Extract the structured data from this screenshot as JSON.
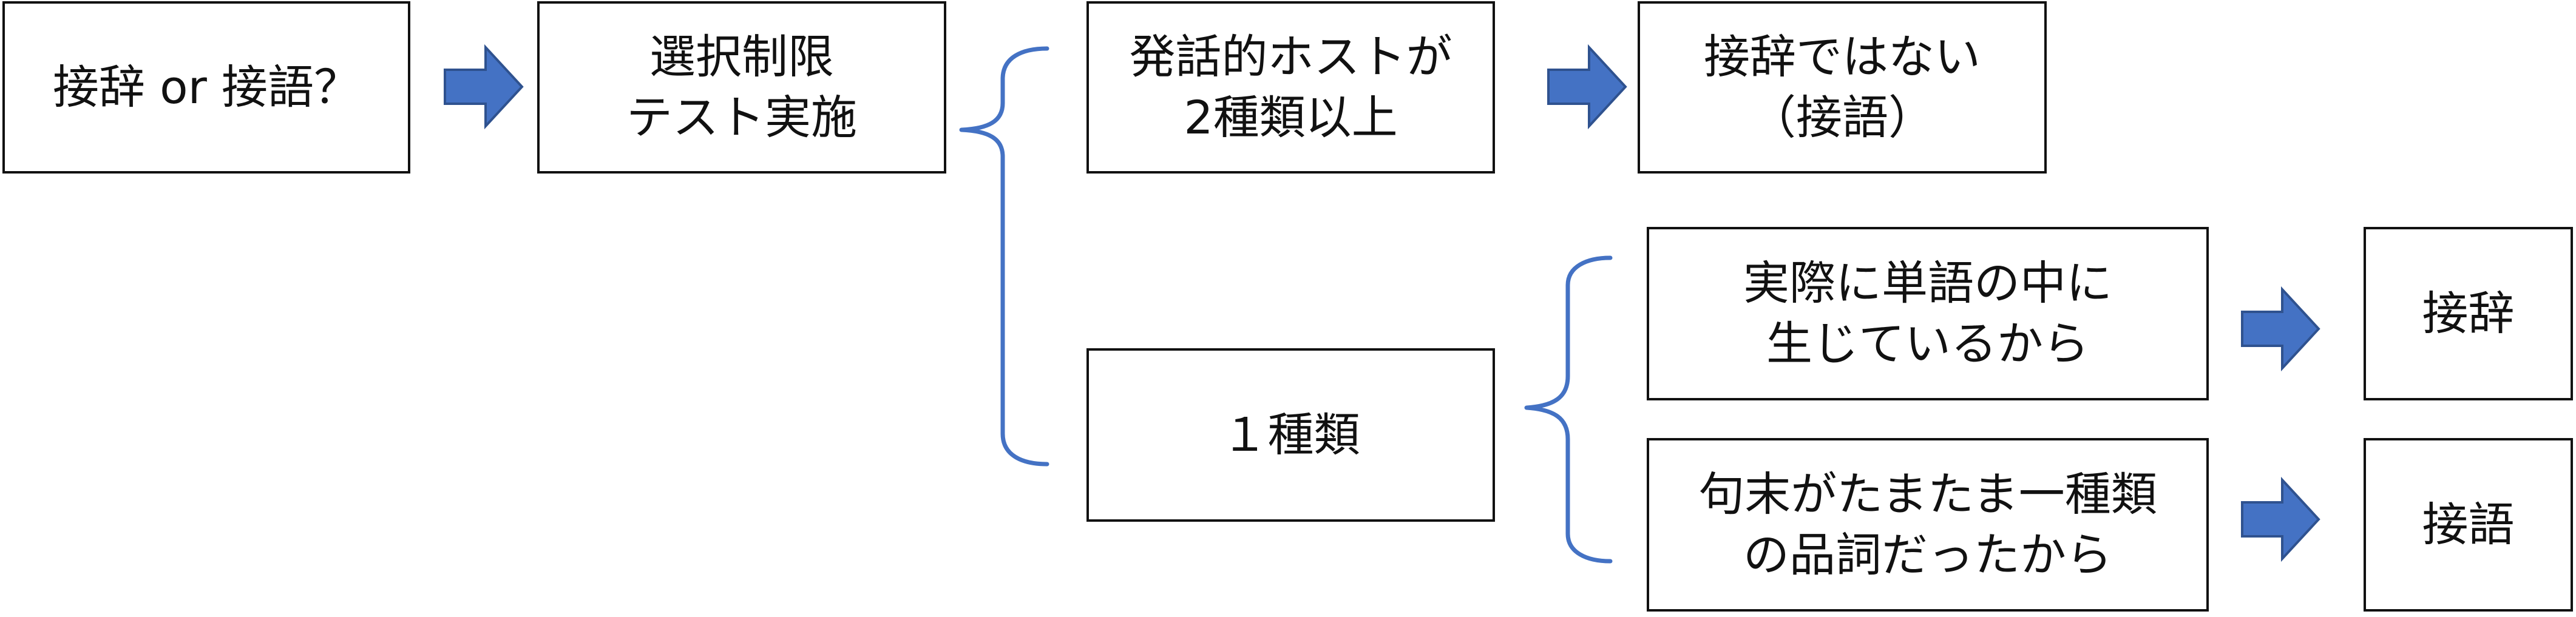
{
  "diagram": {
    "colors": {
      "box_border": "#111111",
      "box_fill": "#ffffff",
      "text": "#111111",
      "arrow_fill": "#4472c4",
      "arrow_stroke": "#2f528f",
      "brace": "#4472c4"
    },
    "nodes": {
      "question": "接辞 or 接語？",
      "selection_test": "選択制限\nテスト実施",
      "hosts_multiple": "発話的ホストが\n2種類以上",
      "not_affix": "接辞ではない\n（接語）",
      "hosts_one": "１種類",
      "actually_in_word": "実際に単語の中に\n生じているから",
      "phrase_final": "句末がたまたま一種類\nの品詞だったから",
      "affix": "接辞",
      "clitic": "接語"
    },
    "icons": {
      "arrow": "right-block-arrow-icon",
      "brace": "left-curly-brace-icon"
    }
  }
}
